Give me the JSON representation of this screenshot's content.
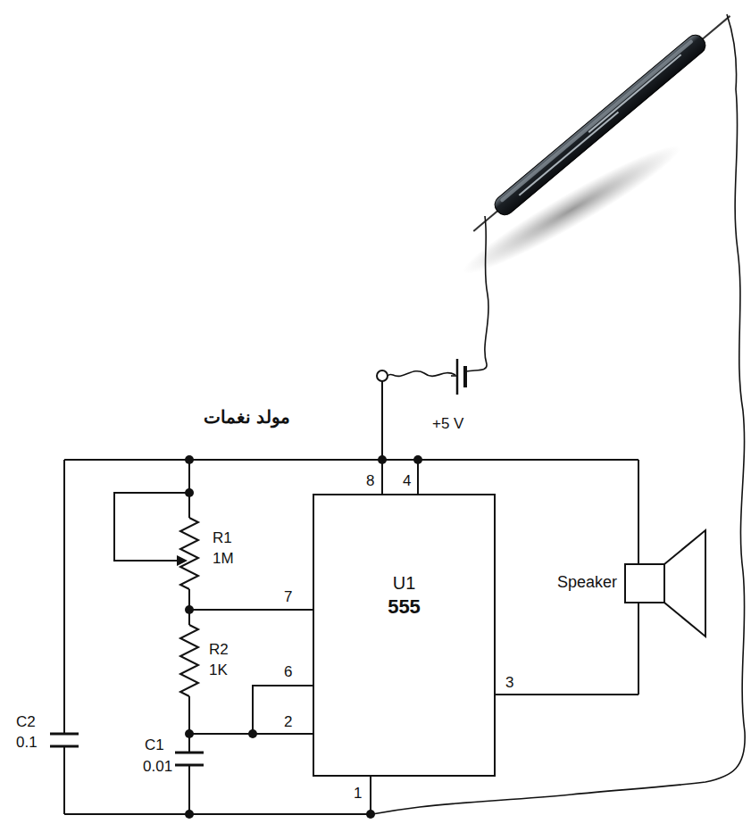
{
  "diagram": {
    "nodes": [
      {
        "text": [
          "U1",
          "555"
        ]
      }
    ],
    "labels": [
      "مولد نغمات",
      "+5 V",
      "8",
      "4",
      "R1",
      "1M",
      "7",
      "Speaker",
      "R2",
      "1K",
      "6",
      "2",
      "3",
      "C1",
      "0.01",
      "C2",
      "0.1",
      "1"
    ]
  }
}
